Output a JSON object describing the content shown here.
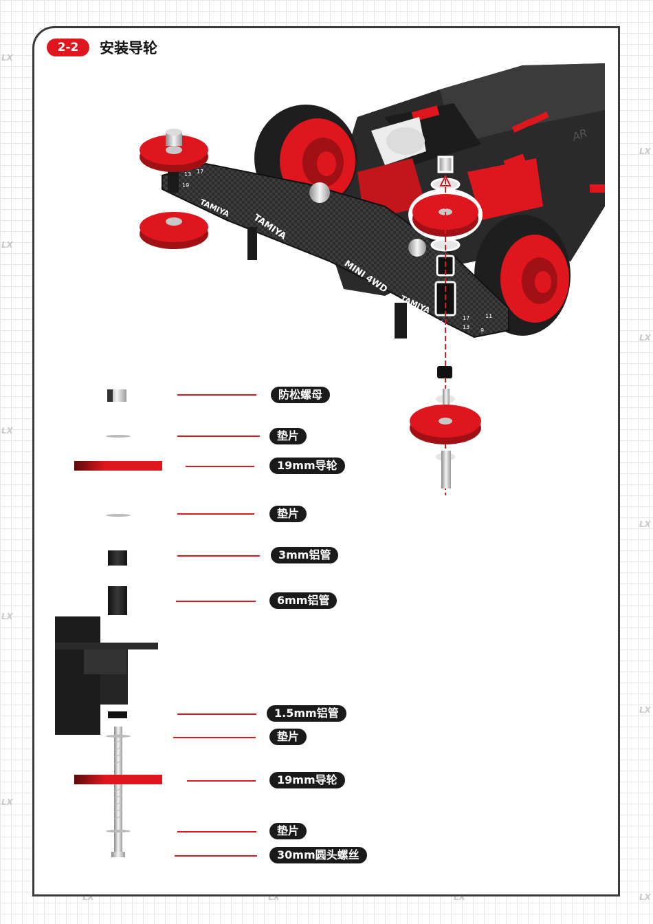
{
  "header": {
    "step_number": "2-2",
    "title": "安装导轮"
  },
  "colors": {
    "accent": "#e0161e",
    "label_bg": "#1a1a1a",
    "frame": "#3a3a3a"
  },
  "parts": [
    {
      "label": "防松螺母"
    },
    {
      "label": "垫片"
    },
    {
      "label": "19mm导轮"
    },
    {
      "label": "垫片"
    },
    {
      "label": "3mm铝管"
    },
    {
      "label": "6mm铝管"
    },
    {
      "label": "1.5mm铝管"
    },
    {
      "label": "垫片"
    },
    {
      "label": "19mm导轮"
    },
    {
      "label": "垫片"
    },
    {
      "label": "30mm圆头螺丝"
    }
  ],
  "diagram": {
    "plate_brand": "TAMIYA",
    "plate_model": "MINI 4WD",
    "hole_numbers": [
      "17",
      "13",
      "19",
      "17",
      "13",
      "11",
      "9",
      "15"
    ],
    "chassis_text": "AR"
  },
  "watermark": "LX"
}
